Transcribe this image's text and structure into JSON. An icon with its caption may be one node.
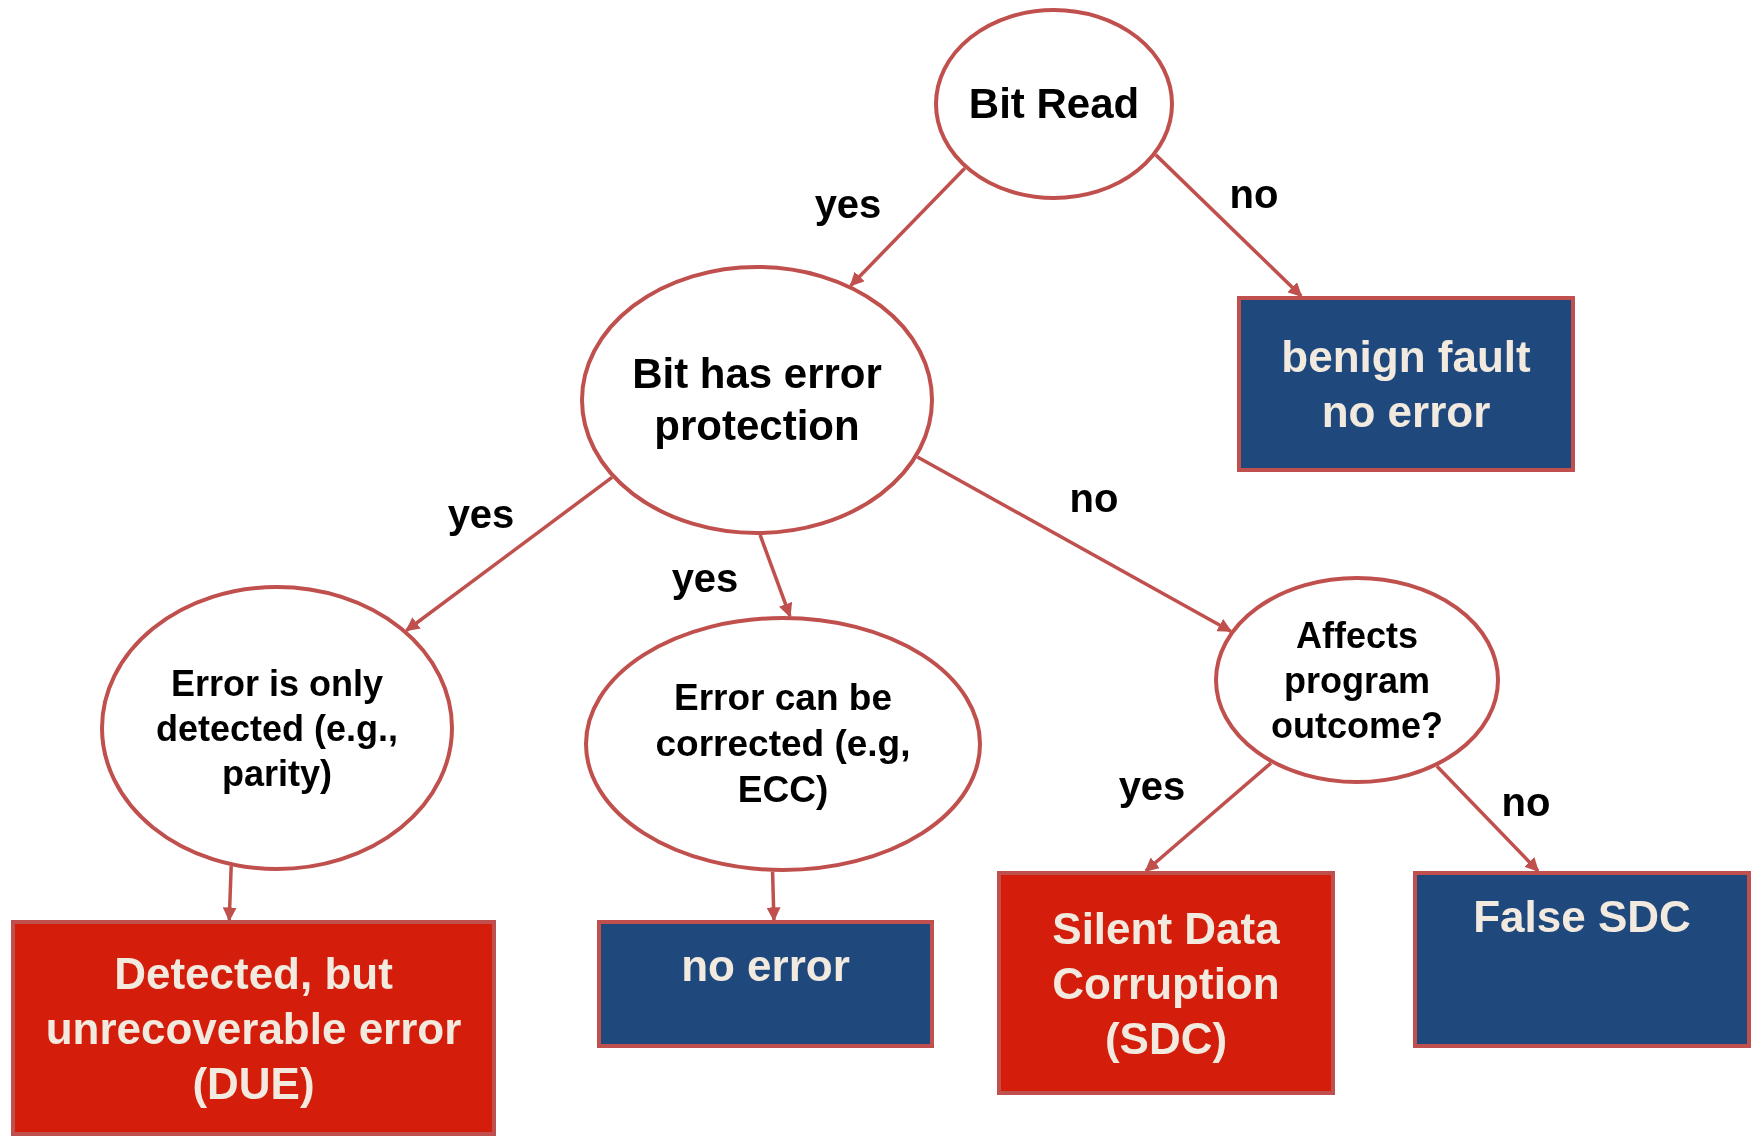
{
  "diagram": {
    "nodes": [
      {
        "text": [
          "Bit Read"
        ]
      },
      {
        "text": [
          "Bit has error protection"
        ]
      },
      {
        "text": [
          "benign fault no error"
        ]
      },
      {
        "text": [
          "Error is only detected (e.g., parity)"
        ]
      },
      {
        "text": [
          "Error can be corrected (e.g, ECC)"
        ]
      },
      {
        "text": [
          "Affects program outcome?"
        ]
      },
      {
        "text": [
          "Detected, but unrecoverable error (DUE)"
        ]
      },
      {
        "text": [
          "no error"
        ]
      },
      {
        "text": [
          "Silent Data Corruption (SDC)"
        ]
      },
      {
        "text": [
          "False SDC"
        ]
      }
    ],
    "edges": [
      {
        "from": 0,
        "to": 1,
        "arrow": "to",
        "label": "yes"
      },
      {
        "from": 0,
        "to": 2,
        "arrow": "to",
        "label": "no"
      },
      {
        "from": 1,
        "to": 3,
        "arrow": "to",
        "label": "yes"
      },
      {
        "from": 1,
        "to": 4,
        "arrow": "to",
        "label": "yes"
      },
      {
        "from": 1,
        "to": 5,
        "arrow": "to",
        "label": "no"
      },
      {
        "from": 3,
        "to": 6,
        "arrow": "to"
      },
      {
        "from": 4,
        "to": 7,
        "arrow": "to"
      },
      {
        "from": 5,
        "to": 8,
        "arrow": "to",
        "label": "yes"
      },
      {
        "from": 5,
        "to": 9,
        "arrow": "to",
        "label": "no"
      }
    ]
  }
}
